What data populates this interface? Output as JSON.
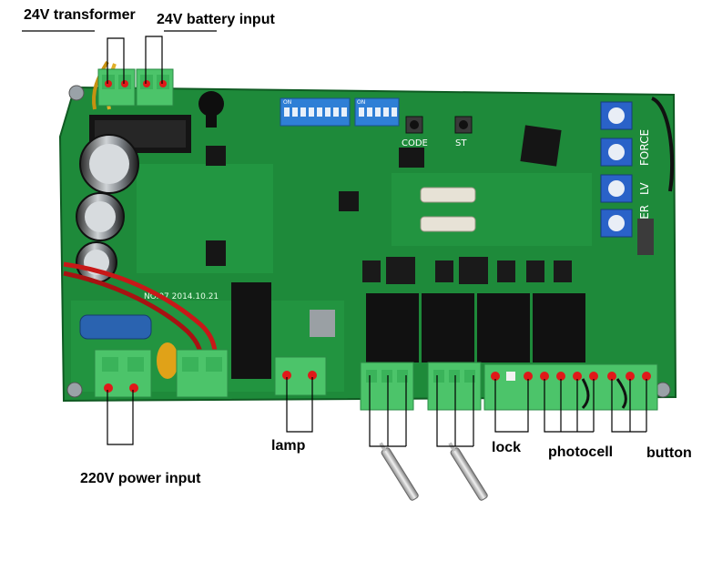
{
  "labels": {
    "transformer": "24V transformer",
    "battery": "24V battery input",
    "power": "220V power input",
    "lamp": "lamp",
    "lock": "lock",
    "photocell": "photocell",
    "button": "button"
  },
  "board_text": {
    "code": "CODE",
    "st": "ST",
    "date": "NO.07  2014.10.21",
    "force": "FORCE",
    "lv": "LV",
    "timer": "TIMER",
    "on1": "ON",
    "on2": "ON"
  },
  "colors": {
    "pcb": "#1e8a3a",
    "pcb_dark": "#14662a",
    "terminal": "#4cc46a",
    "pin": "#e01919",
    "relay": "#111111",
    "dip": "#2f7fd6",
    "trimmer": "#2a62c8"
  }
}
